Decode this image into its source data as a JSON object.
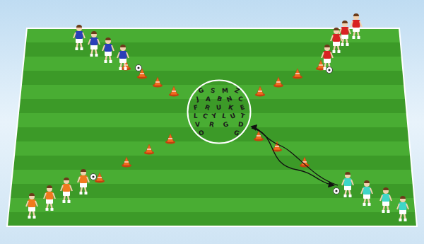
{
  "diagram": {
    "nodes": [
      {
        "text": [
          "G",
          "S",
          "M",
          "Z",
          "J",
          "A",
          "B",
          "N",
          "C",
          "F",
          "R",
          "U",
          "K",
          "E",
          "L",
          "C",
          "Y",
          "L",
          "U",
          "T",
          "V",
          "R",
          "G",
          "D",
          "O",
          "G"
        ]
      }
    ]
  }
}
